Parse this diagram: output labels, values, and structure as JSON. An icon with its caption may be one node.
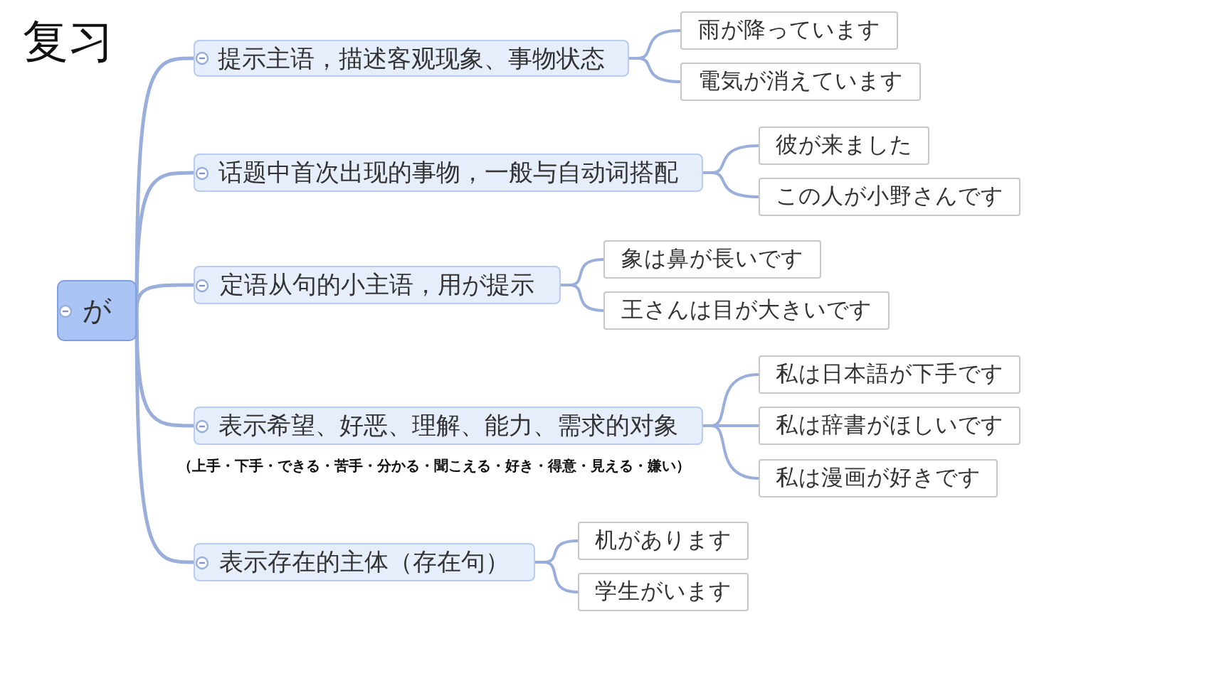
{
  "diagram": {
    "title": "复习",
    "nodes": [
      {
        "text": [
          "が"
        ]
      },
      {
        "text": [
          "提示主语，描述客观现象、事物状态"
        ]
      },
      {
        "text": [
          "雨が降っています"
        ]
      },
      {
        "text": [
          "電気が消えています"
        ]
      },
      {
        "text": [
          "话题中首次出现的事物，一般与自动词搭配"
        ]
      },
      {
        "text": [
          "彼が来ました"
        ]
      },
      {
        "text": [
          "この人が小野さんです"
        ]
      },
      {
        "text": [
          "定语从句的小主语，用が提示"
        ]
      },
      {
        "text": [
          "象は鼻が長いです"
        ]
      },
      {
        "text": [
          "王さんは目が大きいです"
        ]
      },
      {
        "text": [
          "表示希望、好恶、理解、能力、需求的对象"
        ],
        "beside": [
          "（上手・下手・できる・苦手・分かる・聞こえる・好き・得意・見える・嫌い）"
        ]
      },
      {
        "text": [
          "私は日本語が下手です"
        ]
      },
      {
        "text": [
          "私は辞書がほしいです"
        ]
      },
      {
        "text": [
          "私は漫画が好きです"
        ]
      },
      {
        "text": [
          "表示存在的主体（存在句）"
        ]
      },
      {
        "text": [
          "机があります"
        ]
      },
      {
        "text": [
          "学生がいます"
        ]
      }
    ],
    "edges": [
      {
        "from": 0,
        "to": 1,
        "arrow": "none"
      },
      {
        "from": 1,
        "to": 2,
        "arrow": "none"
      },
      {
        "from": 1,
        "to": 3,
        "arrow": "none"
      },
      {
        "from": 0,
        "to": 4,
        "arrow": "none"
      },
      {
        "from": 4,
        "to": 5,
        "arrow": "none"
      },
      {
        "from": 4,
        "to": 6,
        "arrow": "none"
      },
      {
        "from": 0,
        "to": 7,
        "arrow": "none"
      },
      {
        "from": 7,
        "to": 8,
        "arrow": "none"
      },
      {
        "from": 7,
        "to": 9,
        "arrow": "none"
      },
      {
        "from": 0,
        "to": 10,
        "arrow": "none"
      },
      {
        "from": 10,
        "to": 11,
        "arrow": "none"
      },
      {
        "from": 10,
        "to": 12,
        "arrow": "none"
      },
      {
        "from": 10,
        "to": 13,
        "arrow": "none"
      },
      {
        "from": 0,
        "to": 14,
        "arrow": "none"
      },
      {
        "from": 14,
        "to": 15,
        "arrow": "none"
      },
      {
        "from": 14,
        "to": 16,
        "arrow": "none"
      }
    ]
  }
}
